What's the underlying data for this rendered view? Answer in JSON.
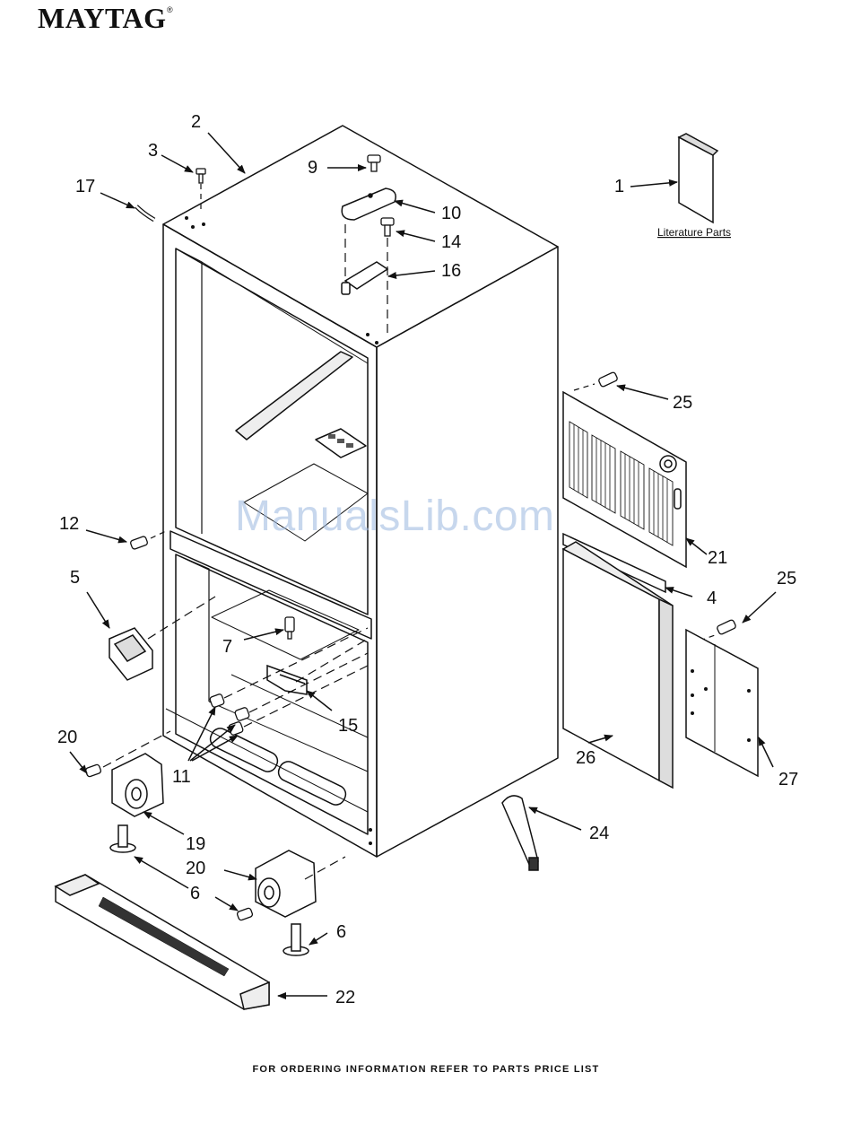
{
  "brand": "MAYTAG",
  "brand_mark": "®",
  "watermark": "ManualsLib.com",
  "footer": "FOR ORDERING INFORMATION REFER TO PARTS PRICE LIST",
  "literature_label": "Literature Parts",
  "callouts": {
    "c1": "1",
    "c2": "2",
    "c3": "3",
    "c4": "4",
    "c5": "5",
    "c6a": "6",
    "c6b": "6",
    "c7": "7",
    "c9": "9",
    "c10": "10",
    "c11": "11",
    "c12": "12",
    "c14": "14",
    "c15": "15",
    "c16": "16",
    "c17": "17",
    "c19": "19",
    "c20a": "20",
    "c20b": "20",
    "c21": "21",
    "c22": "22",
    "c24": "24",
    "c25a": "25",
    "c25b": "25",
    "c26": "26",
    "c27": "27"
  }
}
